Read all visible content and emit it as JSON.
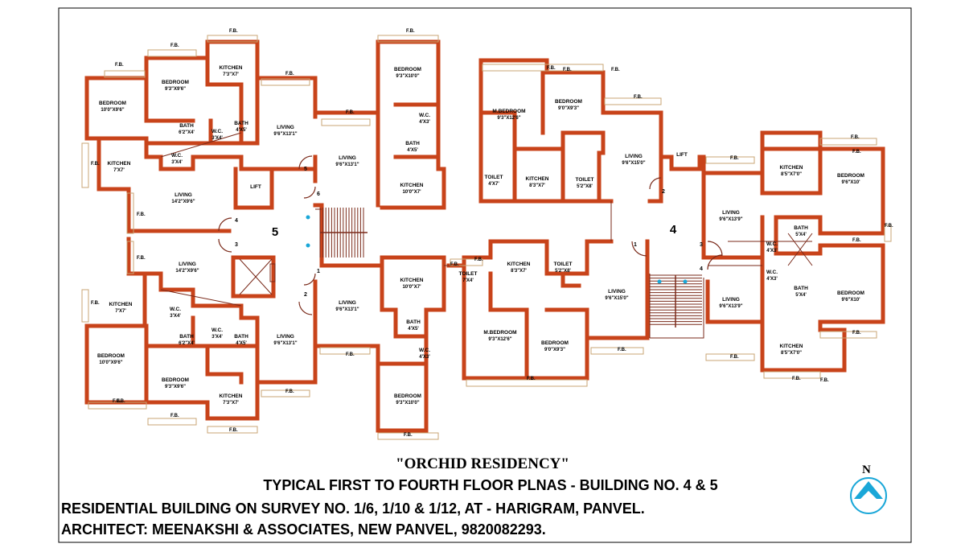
{
  "drawing": {
    "project_title": "\"ORCHID RESIDENCY\"",
    "subtitle": "TYPICAL FIRST TO FOURTH FLOOR PLNAS  - BUILDING NO. 4 & 5",
    "site_line": "RESIDENTIAL BUILDING ON SURVEY NO. 1/6, 1/10 & 1/12, AT - HARIGRAM, PANVEL.",
    "architect_line": "ARCHITECT: MEENAKSHI & ASSOCIATES, NEW PANVEL, 9820082293.",
    "north_label": "N"
  },
  "colors": {
    "wall": "#c8431a",
    "line": "#7a2a1a",
    "text": "#000000",
    "frame": "#000000",
    "cyan": "#1aa7d8",
    "flower_bed": "#c9a574"
  },
  "buildings": [
    {
      "number": "5"
    },
    {
      "number": "4"
    }
  ],
  "rooms": [
    {
      "name": "BEDROOM",
      "size": "10'0\"X9'6\""
    },
    {
      "name": "BEDROOM",
      "size": "9'3\"X9'6\""
    },
    {
      "name": "KITCHEN",
      "size": "7'3\"X7'"
    },
    {
      "name": "BATH",
      "size": "6'2\"X4'"
    },
    {
      "name": "W.C.",
      "size": "3'X4'"
    },
    {
      "name": "BATH",
      "size": "4'X5'"
    },
    {
      "name": "W.C.",
      "size": "3'X4'"
    },
    {
      "name": "LIVING",
      "size": "9'6\"X13'1\""
    },
    {
      "name": "KITCHEN",
      "size": "7'X7'"
    },
    {
      "name": "LIVING",
      "size": "14'2\"X9'6\""
    },
    {
      "name": "LIFT",
      "size": ""
    },
    {
      "name": "BEDROOM",
      "size": "9'3\"X10'0\""
    },
    {
      "name": "W.C.",
      "size": "4'X3'"
    },
    {
      "name": "BATH",
      "size": "4'X5'"
    },
    {
      "name": "LIVING",
      "size": "9'6\"X13'1\""
    },
    {
      "name": "KITCHEN",
      "size": "10'0\"X7'"
    },
    {
      "name": "LIVING",
      "size": "14'2\"X9'6\""
    },
    {
      "name": "KITCHEN",
      "size": "7'X7'"
    },
    {
      "name": "W.C.",
      "size": "3'X4'"
    },
    {
      "name": "BATH",
      "size": "6'2\"X4'"
    },
    {
      "name": "W.C.",
      "size": "3'X4'"
    },
    {
      "name": "BATH",
      "size": "4'X5'"
    },
    {
      "name": "LIVING",
      "size": "9'6\"X13'1\""
    },
    {
      "name": "BEDROOM",
      "size": "10'0\"X9'6\""
    },
    {
      "name": "BEDROOM",
      "size": "9'3\"X9'6\""
    },
    {
      "name": "KITCHEN",
      "size": "7'3\"X7'"
    },
    {
      "name": "LIVING",
      "size": "9'6\"X13'1\""
    },
    {
      "name": "KITCHEN",
      "size": "10'0\"X7'"
    },
    {
      "name": "BATH",
      "size": "4'X5'"
    },
    {
      "name": "W.C.",
      "size": "4'X3'"
    },
    {
      "name": "BEDROOM",
      "size": "9'3\"X10'0\""
    },
    {
      "name": "M.BEDROOM",
      "size": "9'3\"X12'6\""
    },
    {
      "name": "BEDROOM",
      "size": "9'0\"X9'3\""
    },
    {
      "name": "LIVING",
      "size": "9'6\"X15'0\""
    },
    {
      "name": "TOILET",
      "size": "4'X7'"
    },
    {
      "name": "KITCHEN",
      "size": "8'3\"X7'"
    },
    {
      "name": "TOILET",
      "size": "5'2\"X8'"
    },
    {
      "name": "LIFT",
      "size": ""
    },
    {
      "name": "KITCHEN",
      "size": "8'3\"X7'"
    },
    {
      "name": "TOILET",
      "size": "5'2\"X8'"
    },
    {
      "name": "TOILET",
      "size": "7'X4'"
    },
    {
      "name": "LIVING",
      "size": "9'6\"X15'0\""
    },
    {
      "name": "M.BEDROOM",
      "size": "9'3\"X12'6\""
    },
    {
      "name": "BEDROOM",
      "size": "9'0\"X9'3\""
    },
    {
      "name": "KITCHEN",
      "size": "8'5\"X7'0\""
    },
    {
      "name": "BEDROOM",
      "size": "9'6\"X10'"
    },
    {
      "name": "LIVING",
      "size": "9'6\"X13'9\""
    },
    {
      "name": "BATH",
      "size": "5'X4'"
    },
    {
      "name": "W.C.",
      "size": "4'X3'"
    },
    {
      "name": "W.C.",
      "size": "4'X3'"
    },
    {
      "name": "BATH",
      "size": "5'X4'"
    },
    {
      "name": "LIVING",
      "size": "9'6\"X13'9\""
    },
    {
      "name": "BEDROOM",
      "size": "9'6\"X10'"
    },
    {
      "name": "KITCHEN",
      "size": "8'5\"X7'0\""
    }
  ],
  "flat_numbers": [
    "5",
    "6",
    "4",
    "3",
    "1",
    "2",
    "2",
    "1",
    "3",
    "4"
  ],
  "fb_label": "F.B.",
  "flower_beds_count": 34
}
